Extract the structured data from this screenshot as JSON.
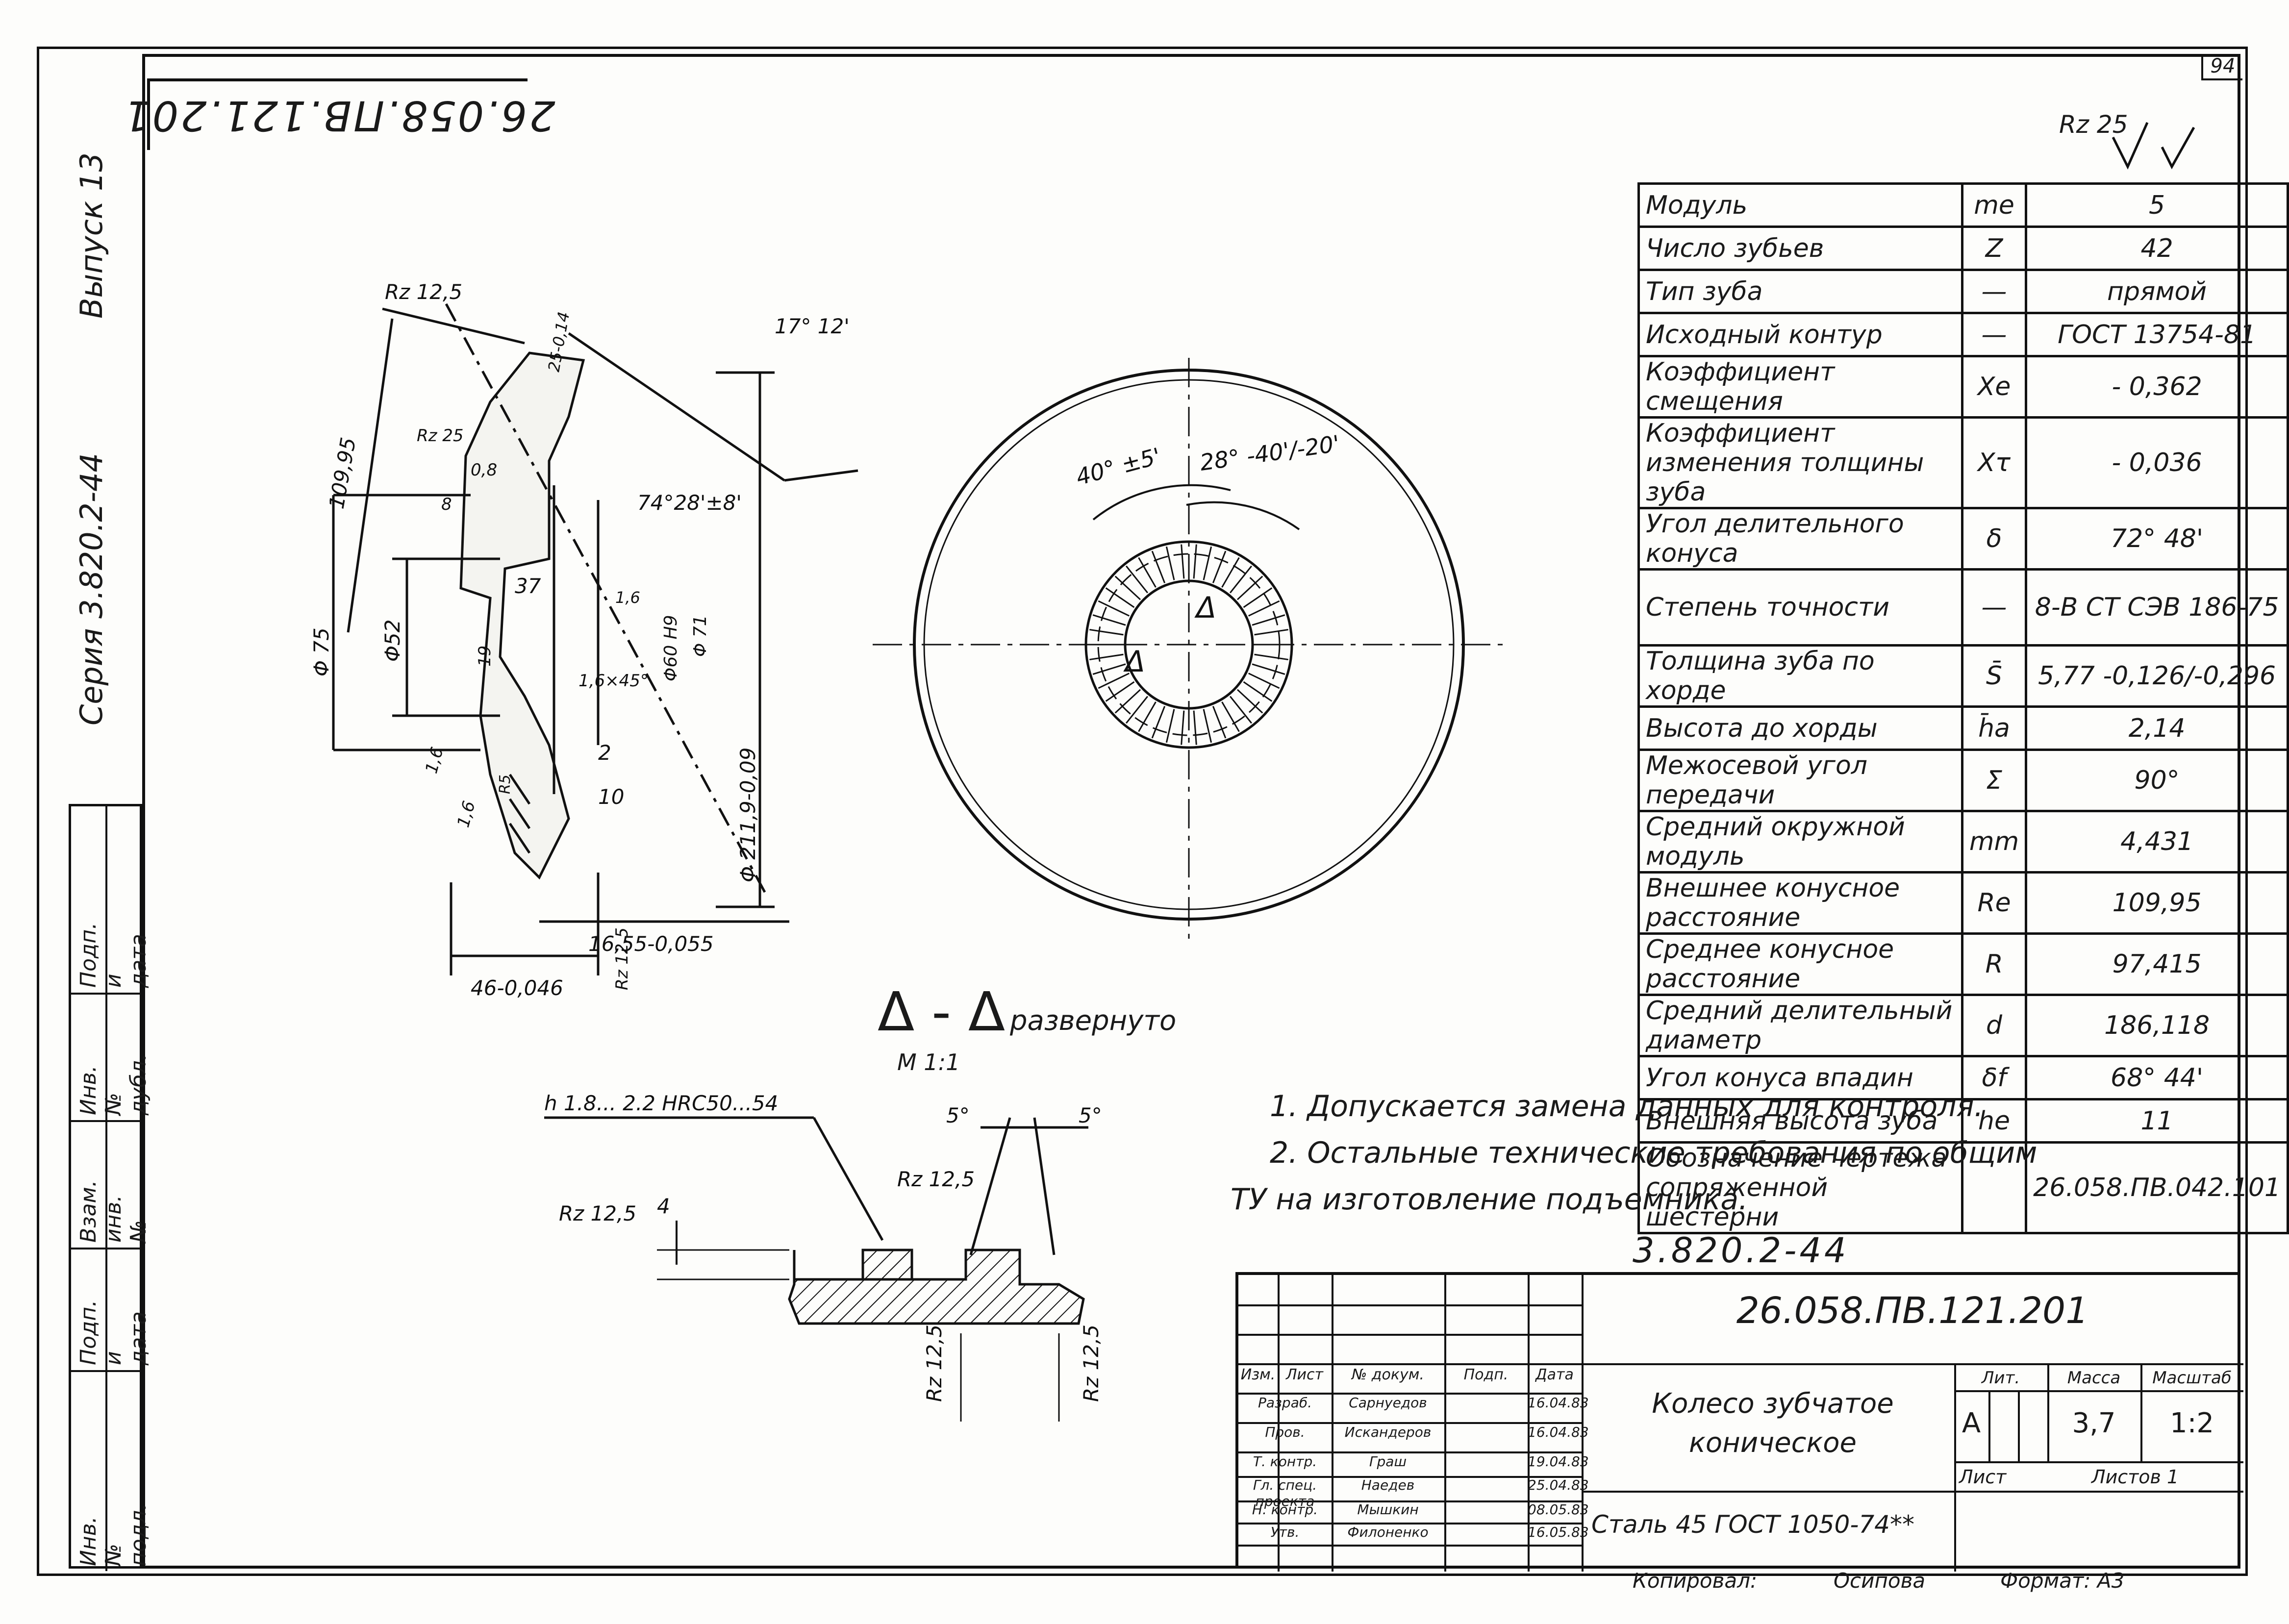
{
  "page_number": "94",
  "top_code": "26.058.ПВ.121.201",
  "series": "Серия  3.820.2-44",
  "issue": "Выпуск  13",
  "left_stamp": [
    "Подп. и дата",
    "Инв.№ дубл.",
    "Взам. инв.№",
    "Подп. и дата",
    "Инв.№ подл."
  ],
  "roughness_main": "Rz 25",
  "params": [
    {
      "name": "Модуль",
      "sym": "me",
      "value": "5"
    },
    {
      "name": "Число зубьев",
      "sym": "Z",
      "value": "42"
    },
    {
      "name": "Тип зуба",
      "sym": "—",
      "value": "прямой"
    },
    {
      "name": "Исходный контур",
      "sym": "—",
      "value": "ГОСТ 13754-81"
    },
    {
      "name": "Коэффициент смещения",
      "sym": "Xe",
      "value": "- 0,362"
    },
    {
      "name": "Коэффициент изменения толщины зуба",
      "sym": "Xτ",
      "value": "- 0,036"
    },
    {
      "name": "Угол делительного конуса",
      "sym": "δ",
      "value": "72° 48'"
    },
    {
      "name": "Степень точности",
      "sym": "—",
      "value": "8-В СТ СЭВ 186-75"
    },
    {
      "name": "Толщина зуба по хорде",
      "sym": "S̄",
      "value": "5,77 -0,126/-0,296"
    },
    {
      "name": "Высота до хорды",
      "sym": "h̄a",
      "value": "2,14"
    },
    {
      "name": "Межосевой угол передачи",
      "sym": "Σ",
      "value": "90°"
    },
    {
      "name": "Средний окружной модуль",
      "sym": "mm",
      "value": "4,431"
    },
    {
      "name": "Внешнее конусное расстояние",
      "sym": "Re",
      "value": "109,95"
    },
    {
      "name": "Среднее конусное расстояние",
      "sym": "R",
      "value": "97,415"
    },
    {
      "name": "Средний делительный диаметр",
      "sym": "d",
      "value": "186,118"
    },
    {
      "name": "Угол конуса впадин",
      "sym": "δf",
      "value": "68° 44'"
    },
    {
      "name": "Внешняя высота зуба",
      "sym": "he",
      "value": "11"
    },
    {
      "name": "Обозначение чертежа сопряженной шестерни",
      "sym": "",
      "value": "26.058.ПВ.042.101"
    }
  ],
  "notes": [
    "1.  Допускается замена данных для контроля.",
    "2.  Остальные технические требования по общим",
    "ТУ на изготовление подъемника."
  ],
  "section_label": "Δ - Δ",
  "section_caption": "развернуто",
  "section_scale": "M 1:1",
  "section_dims": {
    "harden": "h 1.8... 2.2 HRC50...54",
    "angle_left": "5°",
    "angle_right": "5°",
    "rz_top": "Rz 12,5",
    "rz_left": "Rz 12,5",
    "depth": "4",
    "rz_b1": "Rz 12,5",
    "rz_b2": "Rz 12,5"
  },
  "profile_dims": {
    "rz_top": "Rz 12,5",
    "angle_top": "17° 12'",
    "d_109": "109,95",
    "d_25": "25-0,14",
    "rz25": "Rz 25",
    "d08": "0,8",
    "d8": "8",
    "angle_mid": "74°28'±8'",
    "d37": "37",
    "d16a": "1,6",
    "d60": "Φ60 H9",
    "d71": "Φ 71",
    "d75": "Φ 75",
    "d52": "Φ52",
    "d19": "19",
    "chamfer": "1,6×45°",
    "d211": "Φ 211,9-0,09",
    "d16b": "1,6",
    "d16c": "1,6",
    "r5": "R5",
    "d2": "2",
    "d10": "10",
    "d1655": "16,55-0,055",
    "d46": "46-0,046",
    "rz_bottom": "Rz 12,5"
  },
  "front_view": {
    "angle1": "40° ±5'",
    "angle2": "28° -40'/-20'",
    "mark": "Δ"
  },
  "title_block": {
    "handwritten_code": "3.820.2-44",
    "designation": "26.058.ПВ.121.201",
    "name_line1": "Колесо  зубчатое",
    "name_line2": "коническое",
    "material": "Сталь 45 ГОСТ 1050-74**",
    "lit_label": "Лит.",
    "mass_label": "Масса",
    "scale_label": "Масштаб",
    "lit_value": "А",
    "mass_value": "3,7",
    "scale_value": "1:2",
    "sheet_label": "Лист",
    "sheets_label": "Листов  1",
    "hdr": [
      "Изм.",
      "Лист",
      "№ докум.",
      "Подп.",
      "Дата"
    ],
    "people": [
      {
        "role": "Разраб.",
        "name": "Сарнуедов",
        "date": "16.04.83"
      },
      {
        "role": "Пров.",
        "name": "Искандеров",
        "date": "16.04.83"
      },
      {
        "role": "Т. контр.",
        "name": "Граш",
        "date": "19.04.83"
      },
      {
        "role": "Гл. спец. проекта",
        "name": "Наедев",
        "date": "25.04.83"
      },
      {
        "role": "Н. контр.",
        "name": "Мышкин",
        "date": "08.05.83"
      },
      {
        "role": "Утв.",
        "name": "Филоненко",
        "date": "16.05.83"
      }
    ],
    "footer_copied": "Копировал:",
    "footer_name": "Осипова",
    "footer_format": "Формат: А3"
  }
}
